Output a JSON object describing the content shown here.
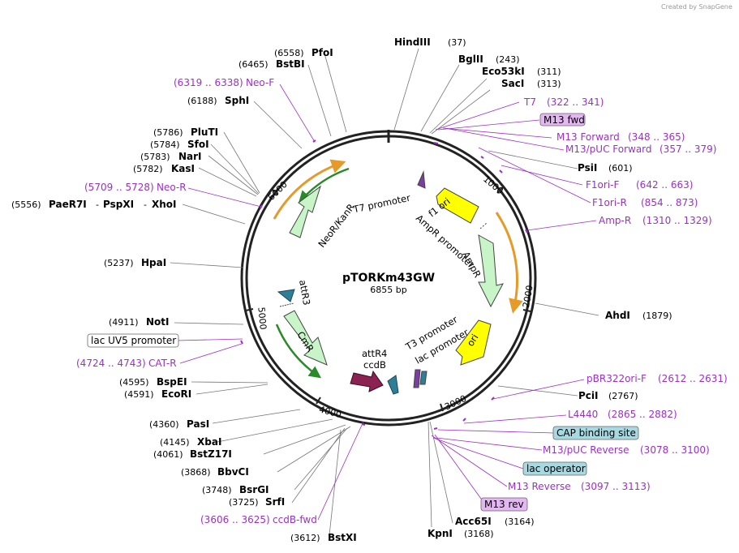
{
  "watermark": "Created by SnapGene",
  "plasmid": {
    "name": "pTORKm43GW",
    "length_label": "6855 bp"
  },
  "ticks": [
    "1000",
    "2000",
    "3000",
    "4000",
    "5000",
    "6000"
  ],
  "features": {
    "t7_promoter": "T7 promoter",
    "f1_ori": "f1 ori",
    "ampr_promoter": "AmpR promoter",
    "ampr": "AmpR",
    "ori": "ori",
    "t3_promoter": "T3 promoter",
    "lac_promoter": "lac promoter",
    "attr4": "attR4",
    "ccdb": "ccdB",
    "cmr": "CmR",
    "attr3": "attR3",
    "neo_kanr": "NeoR/KanR"
  },
  "enzymes": {
    "hindiii": {
      "name": "HindIII",
      "pos": "(37)"
    },
    "bglii": {
      "name": "BglII",
      "pos": "(243)"
    },
    "eco53ki": {
      "name": "Eco53kI",
      "pos": "(311)"
    },
    "saci": {
      "name": "SacI",
      "pos": "(313)"
    },
    "psii": {
      "name": "PsiI",
      "pos": "(601)"
    },
    "ahdi": {
      "name": "AhdI",
      "pos": "(1879)"
    },
    "pcii": {
      "name": "PciI",
      "pos": "(2767)"
    },
    "acc65i": {
      "name": "Acc65I",
      "pos": "(3164)"
    },
    "kpni": {
      "name": "KpnI",
      "pos": "(3168)"
    },
    "bstxi": {
      "name": "BstXI",
      "pos": "(3612)"
    },
    "srfi": {
      "name": "SrfI",
      "pos": "(3725)"
    },
    "bsrgi": {
      "name": "BsrGI",
      "pos": "(3748)"
    },
    "bbvci": {
      "name": "BbvCI",
      "pos": "(3868)"
    },
    "bstz17i": {
      "name": "BstZ17I",
      "pos": "(4061)"
    },
    "xbai": {
      "name": "XbaI",
      "pos": "(4145)"
    },
    "pasi": {
      "name": "PasI",
      "pos": "(4360)"
    },
    "ecori": {
      "name": "EcoRI",
      "pos": "(4591)"
    },
    "bspei": {
      "name": "BspEI",
      "pos": "(4595)"
    },
    "noti": {
      "name": "NotI",
      "pos": "(4911)"
    },
    "hpai": {
      "name": "HpaI",
      "pos": "(5237)"
    },
    "paer7i": {
      "name": "PaeR7I",
      "pos": "(5556)",
      "sep1": "-",
      "name2": "PspXI",
      "sep2": "-",
      "name3": "XhoI"
    },
    "kasi": {
      "name": "KasI",
      "pos": "(5782)"
    },
    "nari": {
      "name": "NarI",
      "pos": "(5783)"
    },
    "sfoi": {
      "name": "SfoI",
      "pos": "(5784)"
    },
    "pluti": {
      "name": "PluTI",
      "pos": "(5786)"
    },
    "sphi": {
      "name": "SphI",
      "pos": "(6188)"
    },
    "bstbi": {
      "name": "BstBI",
      "pos": "(6465)"
    },
    "pfoi": {
      "name": "PfoI",
      "pos": "(6558)"
    }
  },
  "primers": {
    "t7": {
      "name": "T7",
      "range": "(322 .. 341)"
    },
    "m13fwd_box": "M13 fwd",
    "m13_forward": {
      "name": "M13 Forward",
      "range": "(348 .. 365)"
    },
    "m13puc_forward": {
      "name": "M13/pUC Forward",
      "range": "(357 .. 379)"
    },
    "f1ori_f": {
      "name": "F1ori-F",
      "range": "(642 .. 663)"
    },
    "f1ori_r": {
      "name": "F1ori-R",
      "range": "(854 .. 873)"
    },
    "amp_r": {
      "name": "Amp-R",
      "range": "(1310 .. 1329)"
    },
    "pbr322ori_f": {
      "name": "pBR322ori-F",
      "range": "(2612 .. 2631)"
    },
    "l4440": {
      "name": "L4440",
      "range": "(2865 .. 2882)"
    },
    "cap_box": "CAP binding site",
    "m13puc_reverse": {
      "name": "M13/pUC Reverse",
      "range": "(3078 .. 3100)"
    },
    "lac_op_box": "lac operator",
    "m13_reverse": {
      "name": "M13 Reverse",
      "range": "(3097 .. 3113)"
    },
    "m13rev_box": "M13 rev",
    "ccdb_fwd": {
      "name": "ccdB-fwd",
      "range": "(3606 .. 3625)"
    },
    "cat_r": {
      "name": "CAT-R",
      "range": "(4724 .. 4743)"
    },
    "lacuv5_box": "lac UV5 promoter",
    "neo_r": {
      "name": "Neo-R",
      "range": "(5709 .. 5728)"
    },
    "neo_f": {
      "name": "Neo-F",
      "range": "(6319 .. 6338)"
    }
  },
  "colors": {
    "primer": "#9b30c8",
    "box_purple": "#e3b8f0",
    "box_cyan": "#a8d8e0",
    "feature_green": "#c8f5c8",
    "feature_yellow": "#ffff00",
    "attr_teal": "#2e7f96",
    "ccdb_maroon": "#8b2252"
  }
}
